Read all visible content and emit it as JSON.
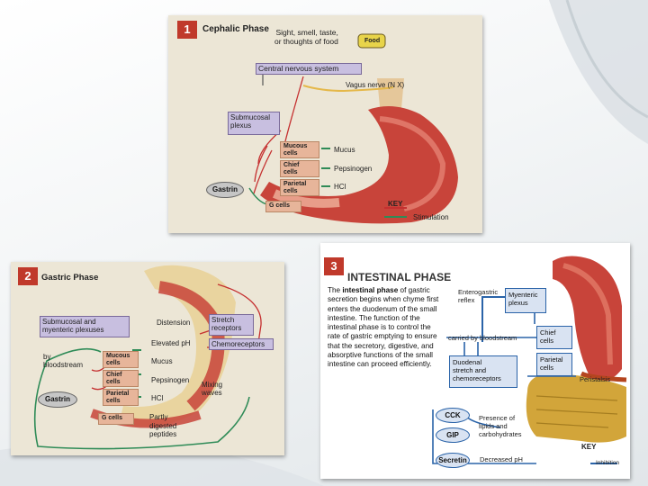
{
  "panel1": {
    "number": "1",
    "title": "Cephalic Phase",
    "stimulus": "Sight, smell, taste,\nor thoughts of food",
    "food_label": "Food",
    "cns": "Central nervous system",
    "vagus": "Vagus nerve (N X)",
    "submucosal": "Submucosal\nplexus",
    "mucous_cells": "Mucous\ncells",
    "chief_cells": "Chief\ncells",
    "parietal_cells": "Parietal\ncells",
    "mucus": "Mucus",
    "pepsinogen": "Pepsinogen",
    "hcl": "HCl",
    "gastrin": "Gastrin",
    "g_cells": "G cells",
    "key_title": "KEY",
    "key_stimulation": "Stimulation"
  },
  "panel2": {
    "number": "2",
    "title": "Gastric Phase",
    "submucosal": "Submucosal and\nmyenteric plexuses",
    "distension": "Distension",
    "stretch": "Stretch\nreceptors",
    "elevated_ph": "Elevated pH",
    "chemoreceptors": "Chemoreceptors",
    "by_bloodstream": "by\nbloodstream",
    "mucous_cells": "Mucous\ncells",
    "chief_cells": "Chief\ncells",
    "parietal_cells": "Parietal\ncells",
    "mucus": "Mucus",
    "pepsinogen": "Pepsinogen",
    "hcl": "HCl",
    "mixing": "Mixing\nwaves",
    "gastrin": "Gastrin",
    "g_cells": "G cells",
    "partly": "Partly\ndigested\npeptides"
  },
  "panel3": {
    "number": "3",
    "title": "INTESTINAL PHASE",
    "text_lead": "The ",
    "text_bold": "intestinal phase",
    "text_rest": " of gastric secretion begins when chyme first enters the duodenum of the small intestine. The function of the intestinal phase is to control the rate of gastric emptying to ensure that the secretory, digestive, and absorptive functions of the small intestine can proceed efficiently.",
    "enterogastric": "Enterogastric\nreflex",
    "myenteric": "Myenteric\nplexus",
    "carried": "carried by bloodstream",
    "chief_cells": "Chief\ncells",
    "parietal_cells": "Parietal\ncells",
    "peristalsis": "Peristalsis",
    "duodenal": "Duodenal\nstretch and\nchemoreceptors",
    "cck": "CCK",
    "gip": "GIP",
    "secretin": "Secretin",
    "lipids": "Presence of\nlipids and\ncarbohydrates",
    "decreased_ph": "Decreased pH",
    "key_title": "KEY",
    "key_inhibition": "Inhibition"
  },
  "colors": {
    "badge_red": "#c0392b",
    "stimulation_green": "#2e8b57",
    "inhibition_blue": "#2a63a8",
    "stomach_red": "#c8443a"
  }
}
